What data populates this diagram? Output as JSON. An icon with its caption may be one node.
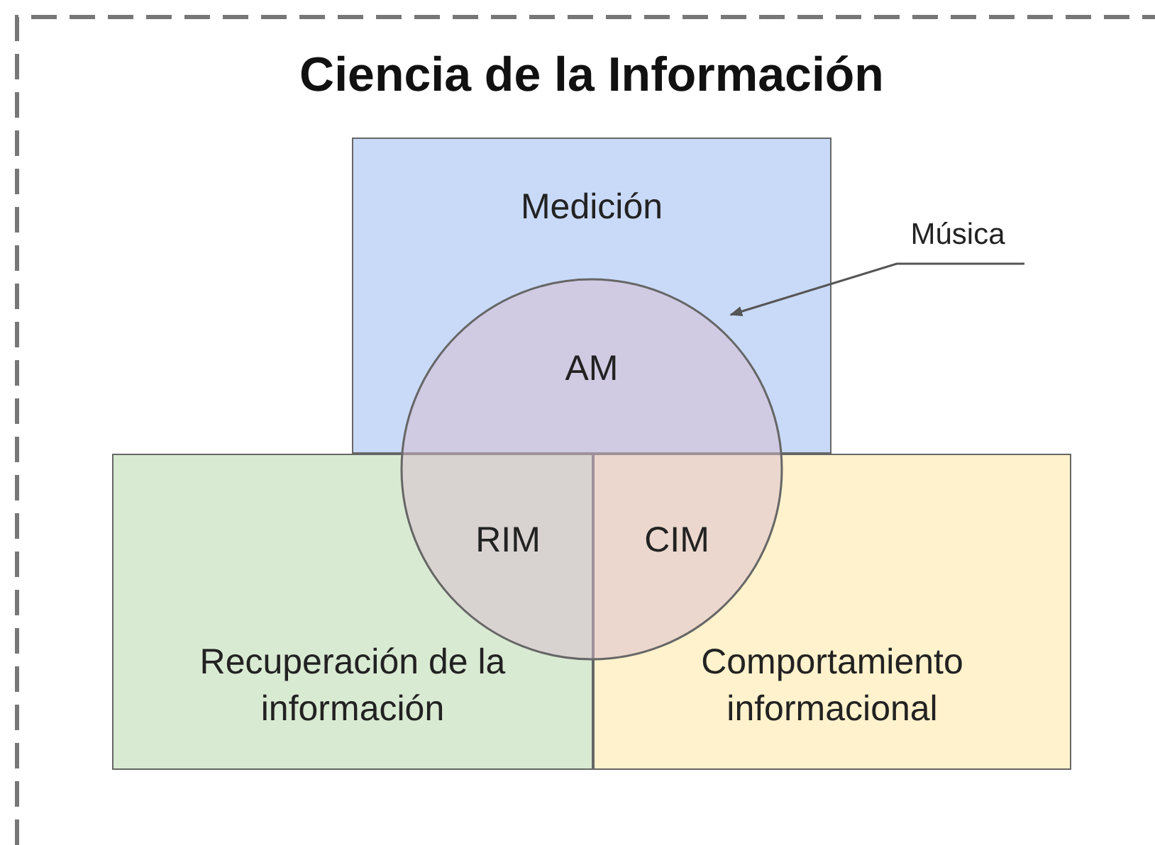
{
  "diagram": {
    "title": "Ciencia de la Información",
    "nodes": [
      {
        "text": [
          "Medición"
        ]
      },
      {
        "text": [
          "Recuperación de la información"
        ]
      },
      {
        "text": [
          "Comportamiento informacional"
        ]
      },
      {
        "text": [],
        "shape": "circle"
      },
      {
        "text": [
          "Música"
        ]
      }
    ],
    "edges": [
      {
        "from": 4,
        "to": 3,
        "arrow": "to"
      }
    ],
    "labels": [
      "AM",
      "RIM",
      "CIM"
    ]
  }
}
